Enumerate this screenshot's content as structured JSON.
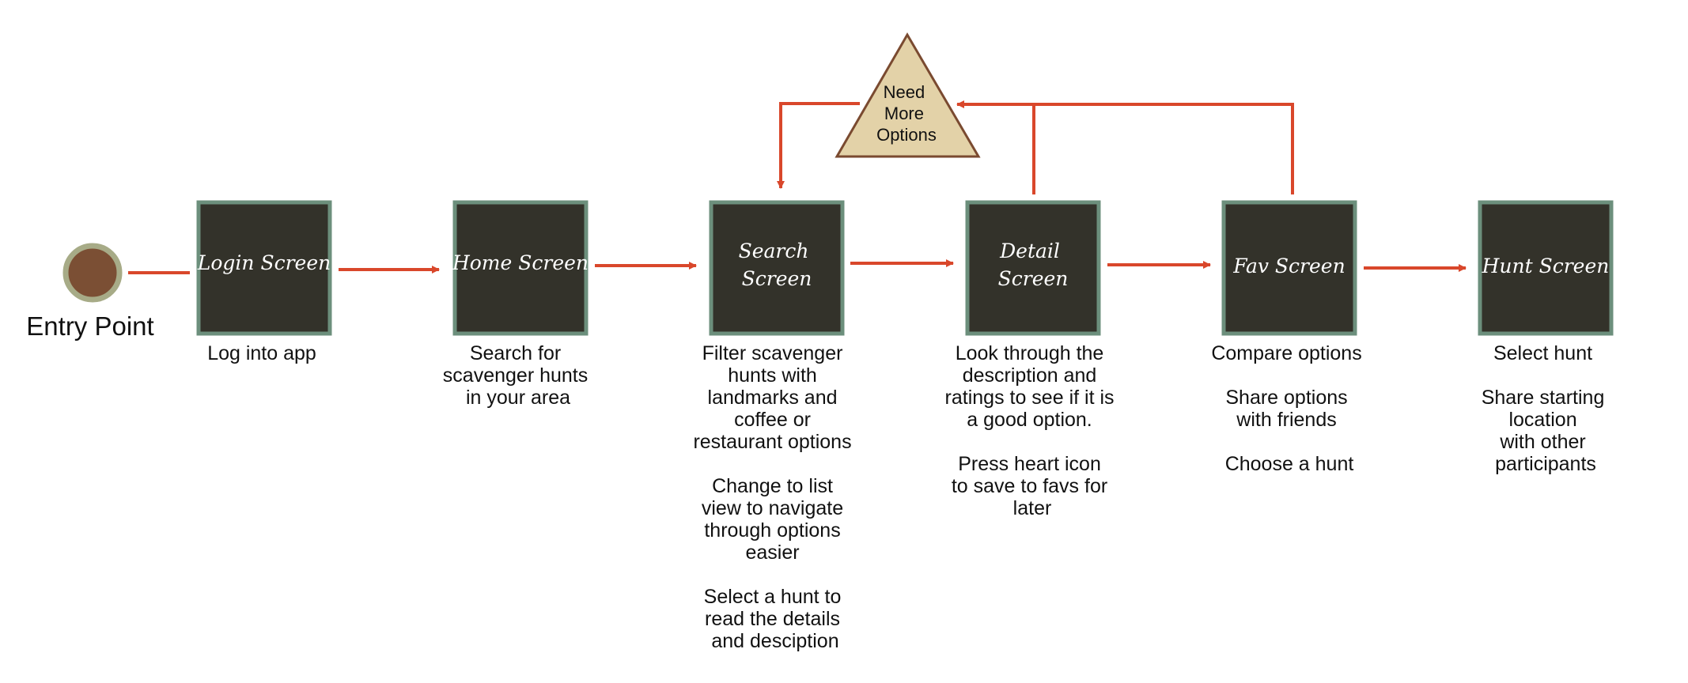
{
  "entry": {
    "label": "Entry Point"
  },
  "decision": {
    "label": [
      "Need",
      "More",
      "Options"
    ]
  },
  "screens": [
    {
      "title": [
        "Login Screen"
      ],
      "description": [
        "Log into app"
      ]
    },
    {
      "title": [
        "Home Screen"
      ],
      "description": [
        "Search for",
        "scavenger hunts",
        "in your area"
      ]
    },
    {
      "title": [
        "Search",
        "Screen"
      ],
      "description": [
        "Filter scavenger",
        "hunts with",
        "landmarks and",
        "coffee or",
        "restaurant options",
        "",
        "Change to list",
        "view to navigate",
        "through options",
        "easier",
        "",
        "Select a hunt to",
        "read the details",
        "and desciption"
      ]
    },
    {
      "title": [
        "Detail",
        "Screen"
      ],
      "description": [
        "Look through the",
        "description and",
        "ratings to see if it is",
        "a good option.",
        "",
        "Press heart icon",
        "to save to favs for",
        "later"
      ]
    },
    {
      "title": [
        "Fav Screen"
      ],
      "description": [
        "Compare options",
        "",
        "Share options",
        "with friends",
        "",
        "Choose a hunt"
      ]
    },
    {
      "title": [
        "Hunt Screen"
      ],
      "description": [
        "Select hunt",
        "",
        "Share starting",
        "location",
        "with other",
        "participants"
      ]
    }
  ],
  "colors": {
    "box_fill": "#33322a",
    "box_border": "#6c8f7c",
    "arrow": "#d9472b",
    "entry_fill": "#7b4f34",
    "entry_ring": "#a7ab87",
    "triangle_fill": "#e3d2a8",
    "triangle_border": "#7a4a30"
  }
}
